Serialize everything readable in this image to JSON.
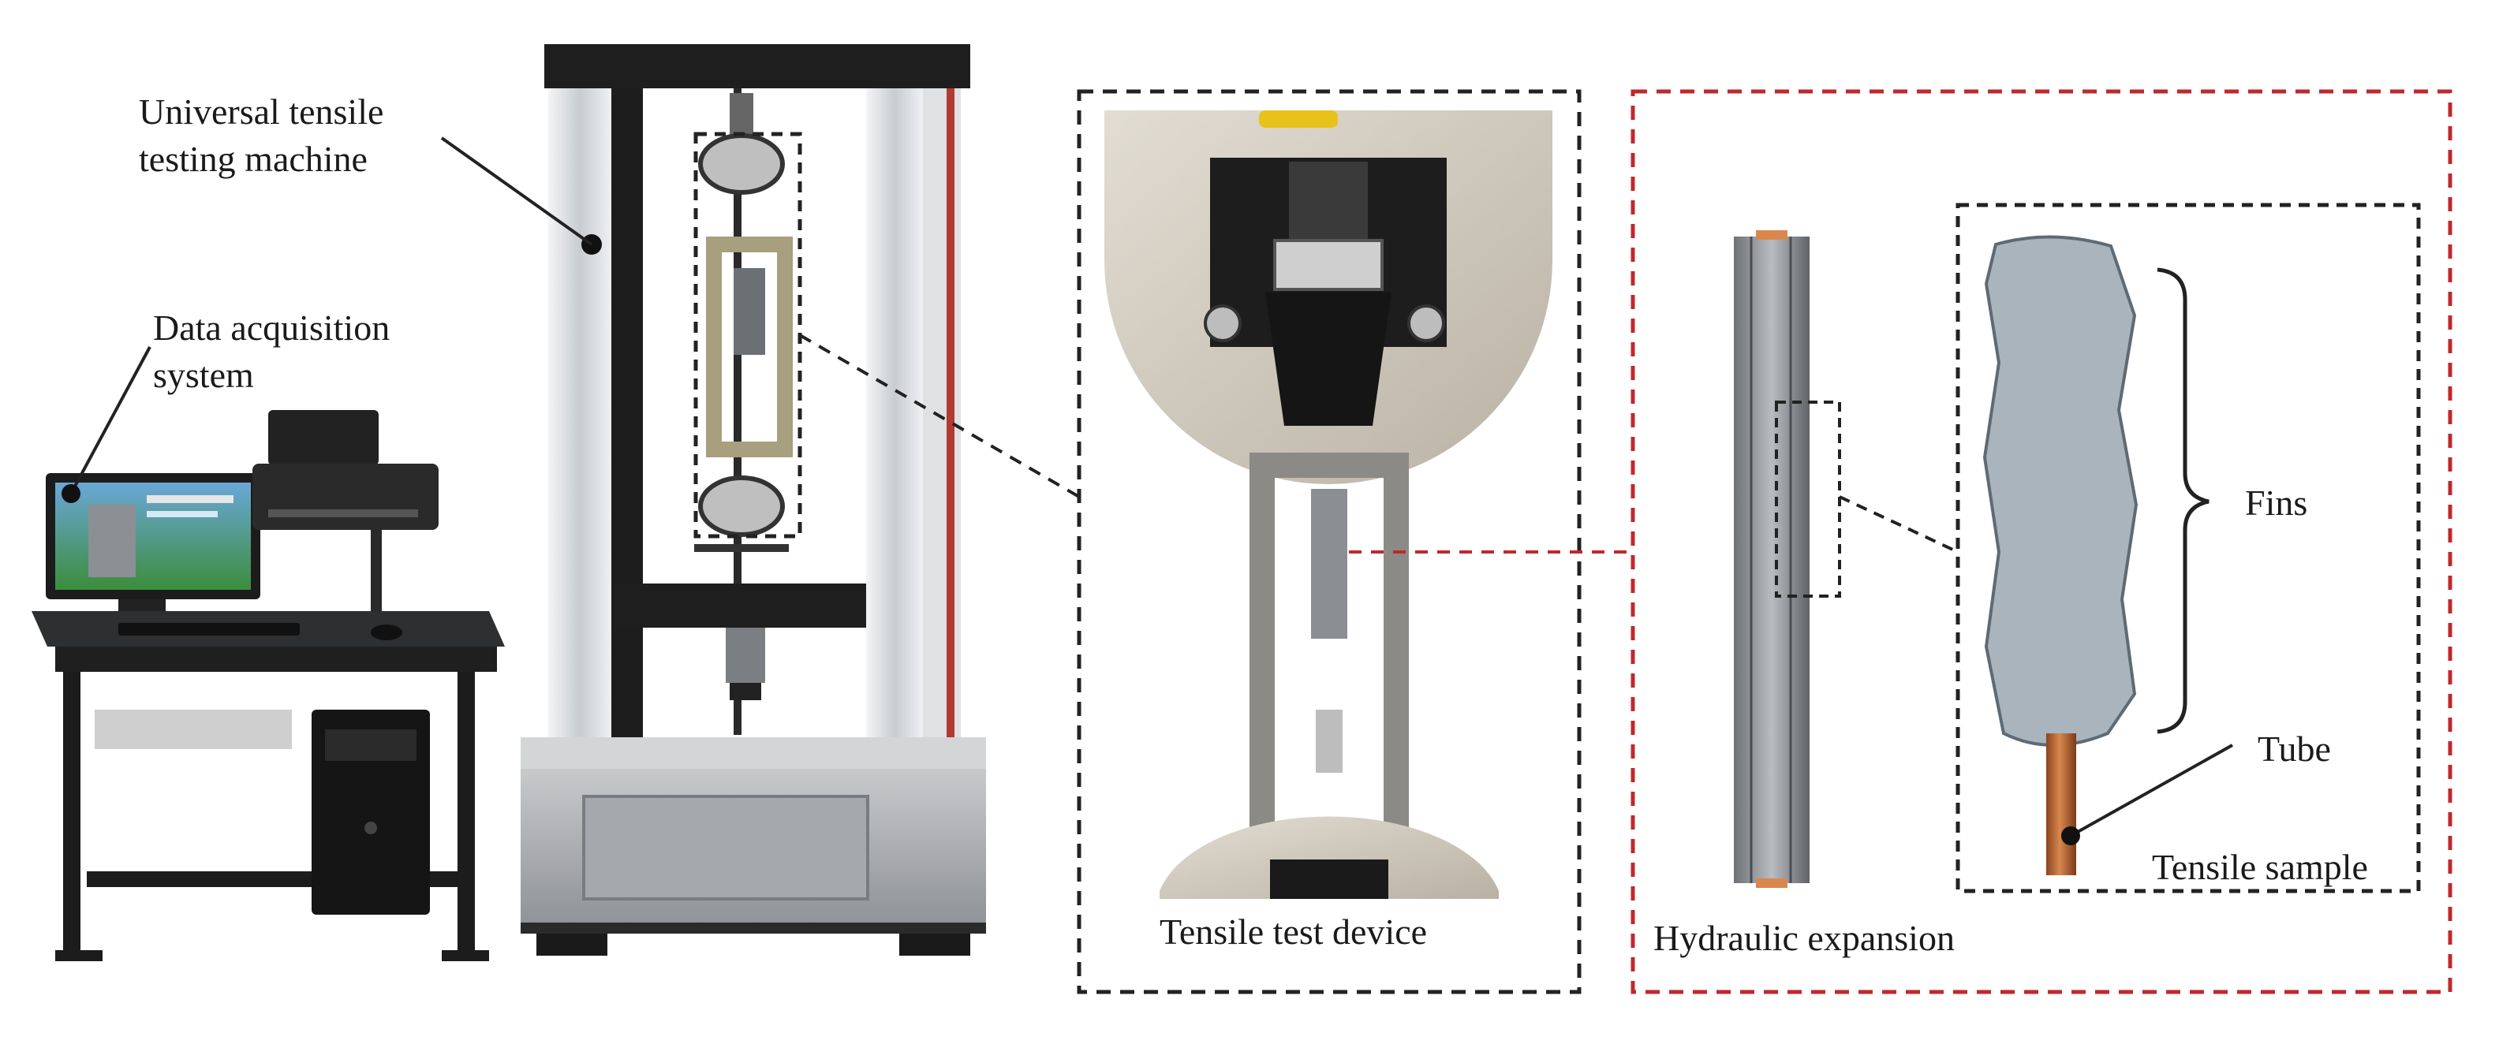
{
  "labels": {
    "machine_line1": "Universal tensile",
    "machine_line2": "testing machine",
    "daq_line1": "Data acquisition",
    "daq_line2": "system",
    "tensile_device": "Tensile test device",
    "hydraulic": "Hydraulic expansion",
    "fins": "Fins",
    "tube": "Tube",
    "tensile_sample": "Tensile sample"
  },
  "colors": {
    "black_dash": "#222222",
    "red_dash": "#c0282d",
    "copper": "#b8642e",
    "silver": "#cfd3d6",
    "frame_dark": "#1e1e1e"
  }
}
